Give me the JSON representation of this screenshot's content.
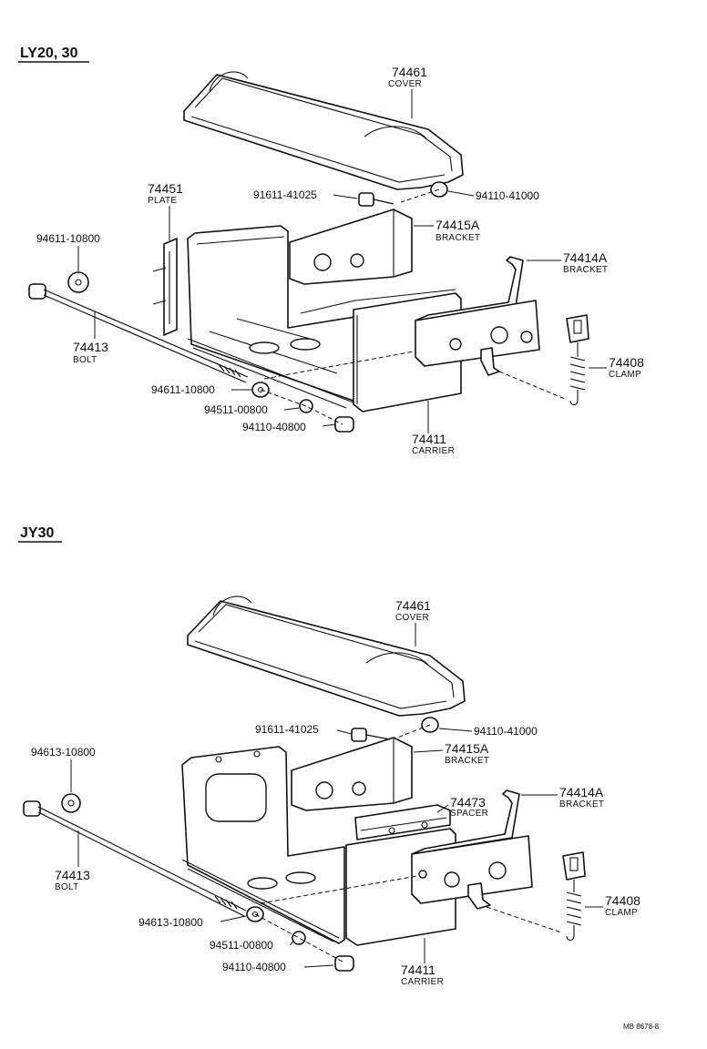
{
  "sections": [
    {
      "title": "LY20, 30",
      "callouts": {
        "cover": {
          "number": "74461",
          "name": "COVER"
        },
        "plate": {
          "number": "74451",
          "name": "PLATE"
        },
        "bracket_a": {
          "number": "74415A",
          "name": "BRACKET"
        },
        "bracket_b": {
          "number": "74414A",
          "name": "BRACKET"
        },
        "bolt": {
          "number": "74413",
          "name": "BOLT"
        },
        "clamp": {
          "number": "74408",
          "name": "CLAMP"
        },
        "carrier": {
          "number": "74411",
          "name": "CARRIER"
        }
      },
      "part_numbers": {
        "screw": "91611-41025",
        "top_nut": "94110-41000",
        "washer_left": "94611-10800",
        "washer_mid": "94611-10800",
        "lock_washer": "94511-00800",
        "nut_bottom": "94110-40800"
      }
    },
    {
      "title": "JY30",
      "callouts": {
        "cover": {
          "number": "74461",
          "name": "COVER"
        },
        "bracket_a": {
          "number": "74415A",
          "name": "BRACKET"
        },
        "spacer": {
          "number": "74473",
          "name": "SPACER"
        },
        "bracket_b": {
          "number": "74414A",
          "name": "BRACKET"
        },
        "bolt": {
          "number": "74413",
          "name": "BOLT"
        },
        "clamp": {
          "number": "74408",
          "name": "CLAMP"
        },
        "carrier": {
          "number": "74411",
          "name": "CARRIER"
        }
      },
      "part_numbers": {
        "screw": "91611-41025",
        "top_nut": "94110-41000",
        "washer_left": "94613-10800",
        "washer_mid": "94613-10800",
        "lock_washer": "94511-00800",
        "nut_bottom": "94110-40800"
      }
    }
  ],
  "footer_ref": "MB 8678-8"
}
